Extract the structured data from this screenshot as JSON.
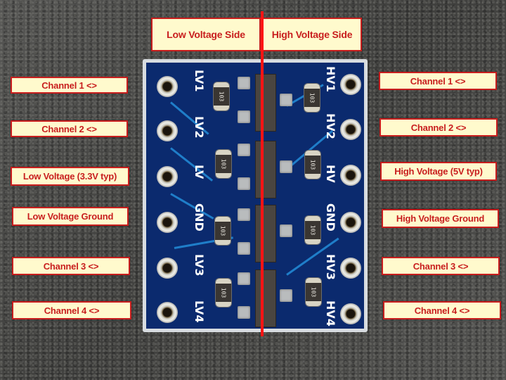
{
  "header": {
    "low_side": "Low Voltage Side",
    "high_side": "High Voltage Side"
  },
  "left_pins": [
    {
      "label": "Channel 1 <>",
      "silk": "LV1"
    },
    {
      "label": "Channel 2 <>",
      "silk": "LV2"
    },
    {
      "label": "Low Voltage (3.3V typ)",
      "silk": "LV"
    },
    {
      "label": "Low Voltage Ground",
      "silk": "GND"
    },
    {
      "label": "Channel 3 <>",
      "silk": "LV3"
    },
    {
      "label": "Channel 4 <>",
      "silk": "LV4"
    }
  ],
  "right_pins": [
    {
      "label": "Channel 1 <>",
      "silk": "HV1"
    },
    {
      "label": "Channel 2 <>",
      "silk": "HV2"
    },
    {
      "label": "High Voltage (5V typ)",
      "silk": "HV"
    },
    {
      "label": "High Voltage Ground",
      "silk": "GND"
    },
    {
      "label": "Channel 3 <>",
      "silk": "HV3"
    },
    {
      "label": "Channel 4 <>",
      "silk": "HV4"
    }
  ],
  "resistor_code": "103",
  "colors": {
    "label_text": "#c81e1e",
    "label_bg": "#fffacd",
    "divider": "#ff1414",
    "pcb": "#0b2a6e"
  }
}
